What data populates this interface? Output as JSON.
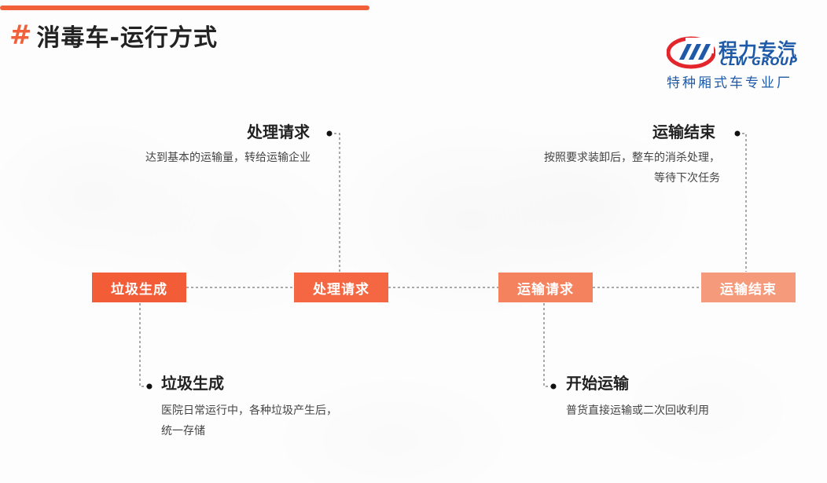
{
  "header": {
    "hash_symbol": "#",
    "title": "消毒车-运行方式"
  },
  "logo": {
    "cn_name": "程力专汽",
    "en_name": "CLW GROUP",
    "tagline": "特种厢式车专业厂",
    "icon": "clw-logo-icon"
  },
  "colors": {
    "accent": "#f2603a",
    "node_1": "#f25c37",
    "node_2": "#f46742",
    "node_3": "#f5825f",
    "node_4": "#f69a7c",
    "brand_blue": "#1e5aa8",
    "brand_red": "#e3262b"
  },
  "nodes": [
    {
      "label": "垃圾生成"
    },
    {
      "label": "处理请求"
    },
    {
      "label": "运输请求"
    },
    {
      "label": "运输结束"
    }
  ],
  "annotations": {
    "process_request": {
      "title": "处理请求",
      "desc": [
        "达到基本的运输量，转给运输企业"
      ]
    },
    "transport_end": {
      "title": "运输结束",
      "desc": [
        "按照要求装卸后，整车的消杀处理，",
        "等待下次任务"
      ]
    },
    "garbage_generate": {
      "title": "垃圾生成",
      "desc": [
        "医院日常运行中，各种垃圾产生后，",
        "统一存储"
      ]
    },
    "start_transport": {
      "title": "开始运输",
      "desc": [
        "普货直接运输或二次回收利用"
      ]
    }
  }
}
